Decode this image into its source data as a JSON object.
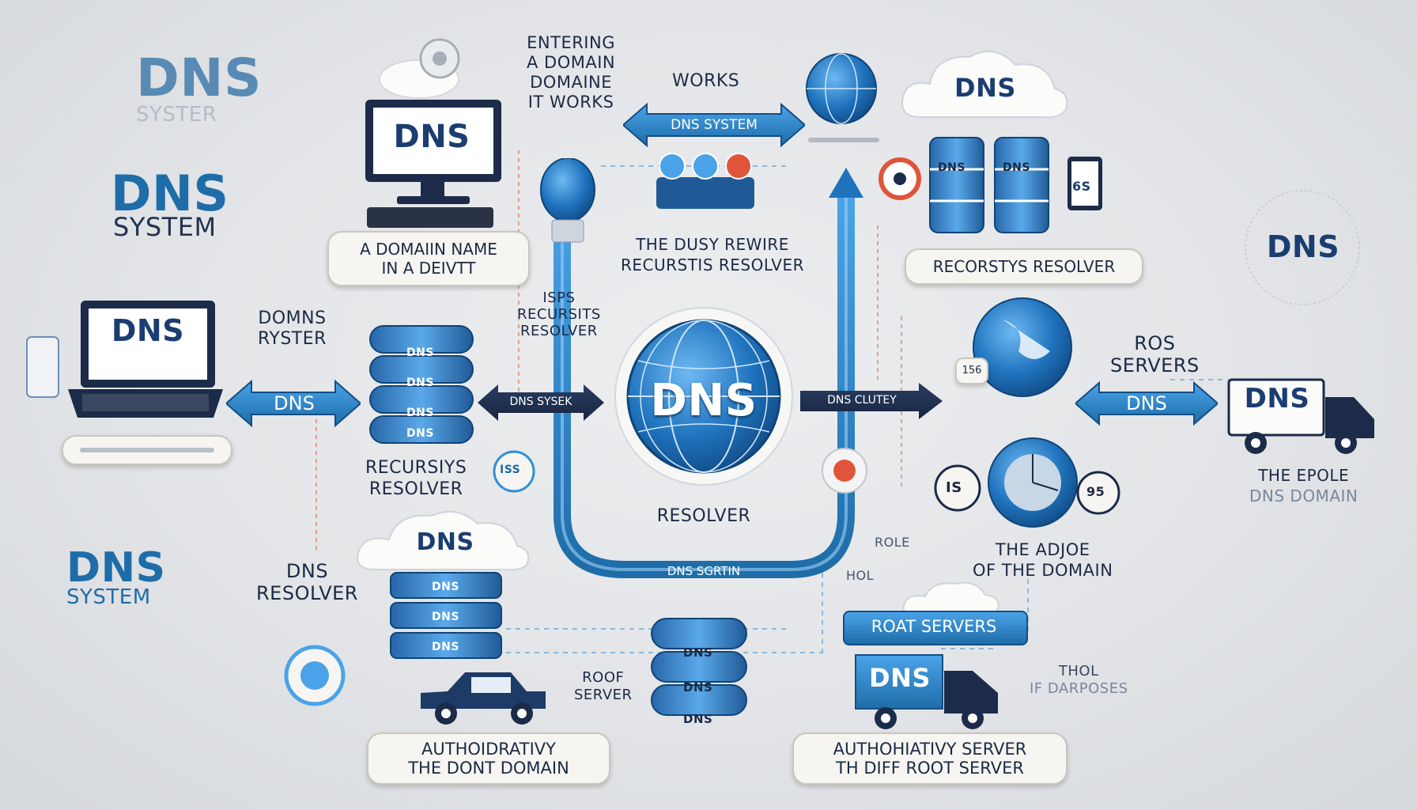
{
  "colors": {
    "primary": "#1e6da8",
    "accent": "#2f8fd8",
    "dark": "#1c2a44",
    "alert": "#e0553a",
    "background": "#e6e8eb"
  },
  "labels": {
    "dns_system_top_left": "DNS",
    "dns_system_top_left_sub": "SYSTER",
    "dns_system_left": "DNS",
    "dns_system_left_sub": "SYSTEM",
    "dns_system_bottom_left": "DNS",
    "dns_system_bottom_left_sub": "SYSTEM",
    "entering_domain": [
      "ENTERING",
      "A DOMAIN",
      "DOMAINE",
      "IT WORKS"
    ],
    "works": "WORKS",
    "dns_system_arrow": "DNS SYSTEM",
    "monitor_screen": "DNS",
    "a_domain_name": [
      "A DOMAIIN NAME",
      "IN A DEIVTT"
    ],
    "dusy_rewire": [
      "THE DUSY REWIRE",
      "RECURSTIS RESOLVER"
    ],
    "cloud_top_right": "DNS",
    "recorstys_resolver": "RECORSTYS RESOLVER",
    "dns_badge_right": "DNS",
    "server_label_1": "DNS",
    "server_label_2": "DNS",
    "tablet_label": "6S",
    "laptop_screen": "DNS",
    "domns_ryster": [
      "DOMNS",
      "RYSTER"
    ],
    "dns_arrow_left": "DNS",
    "isps_recursits": [
      "ISPS",
      "RECURSITS",
      "RESOLVER"
    ],
    "stack_left": [
      "DNS",
      "DNS",
      "DNS",
      "DNS"
    ],
    "recursiys_resolver": [
      "RECURSIYS",
      "RESOLVER"
    ],
    "dns_sysek": "DNS SYSEK",
    "globe_center": "DNS",
    "resolver_center": "RESOLVER",
    "dns_cluty": "DNS CLUTEY",
    "ros_servers": [
      "ROS",
      "SERVERS"
    ],
    "dns_arrow_right": "DNS",
    "truck_right": "DNS",
    "the_epole": [
      "THE EPOLE",
      "DNS DOMAIN"
    ],
    "badge_is": "IS",
    "badge_iss": "ISS",
    "badge_156": "156",
    "badge_95": "95",
    "the_adjoe": [
      "THE ADJOE",
      "OF THE DOMAIN"
    ],
    "role": "ROLE",
    "cloud_bottom_left": "DNS",
    "stack_bottom_left": [
      "DNS",
      "DNS",
      "DNS"
    ],
    "dns_resolver": [
      "DNS",
      "RESOLVER"
    ],
    "dns_sgrtin": "DNS SGRTIN",
    "hol": "HOL",
    "roat_servers": "ROAT SERVERS",
    "stack_bottom_center": [
      "DNS",
      "DNS",
      "DNS"
    ],
    "roof_server": [
      "ROOF",
      "SERVER"
    ],
    "truck_bottom": "DNS",
    "thol": [
      "THOL",
      "IF DARPOSES"
    ],
    "authoridratviy": [
      "AUTHOIDRATIVY",
      "THE DONT DOMAIN"
    ],
    "authohiatviy": [
      "AUTHOHIATIVY SERVER",
      "TH DIFF ROOT SERVER"
    ],
    "dns_right_edge": "DNS"
  }
}
